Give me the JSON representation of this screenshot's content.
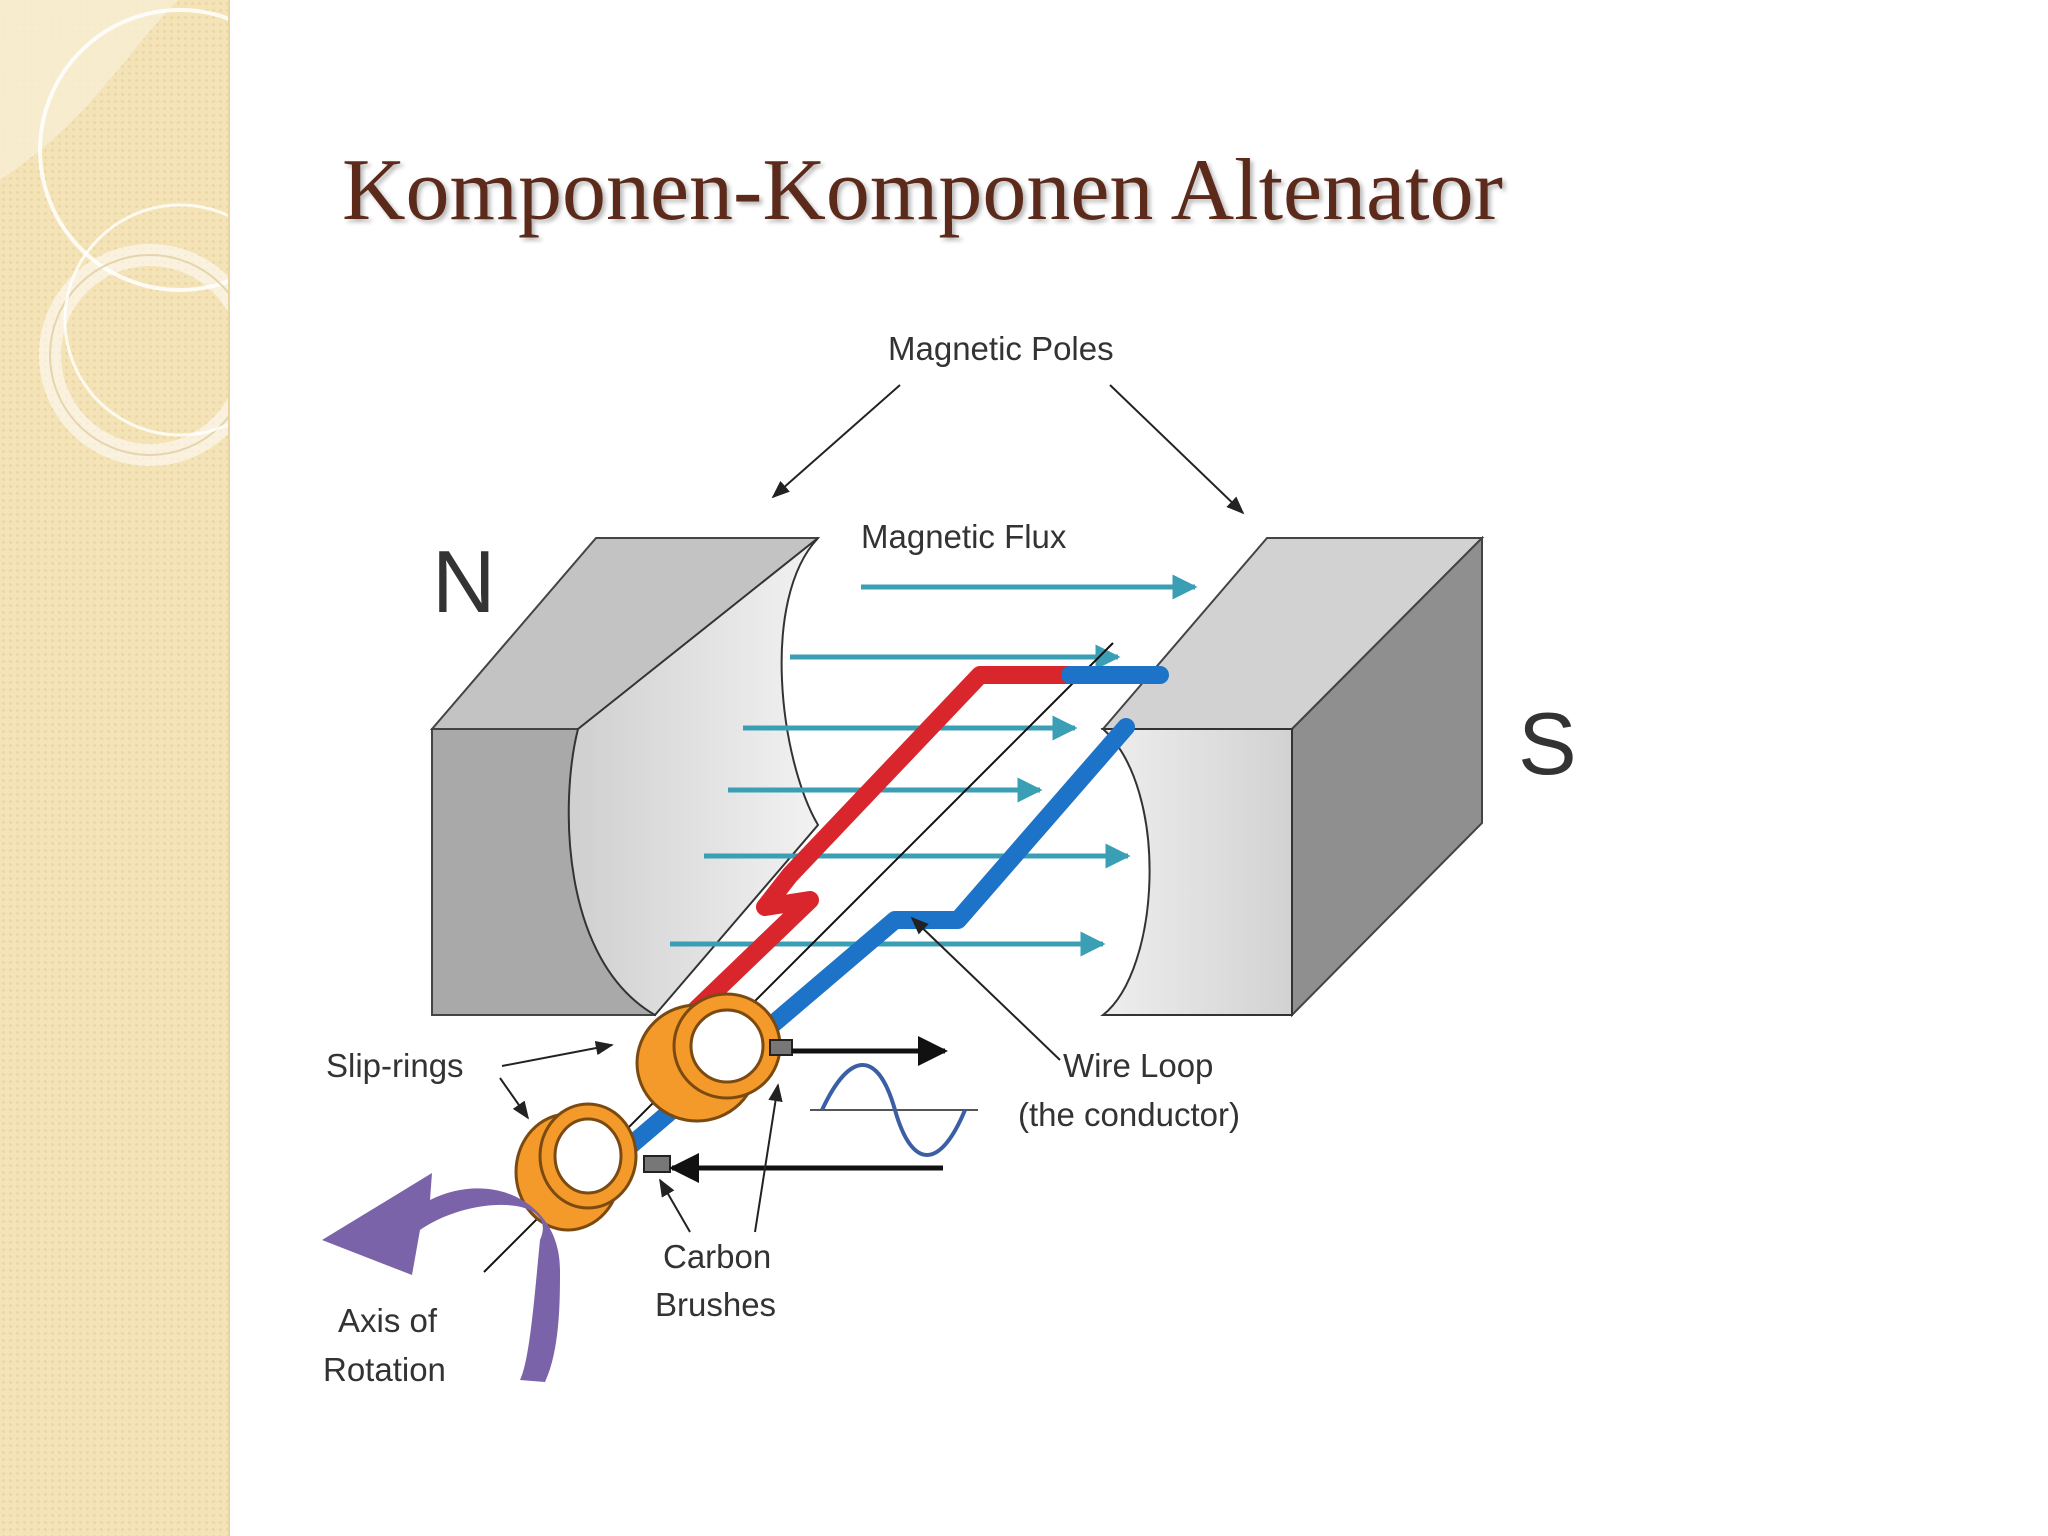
{
  "slide": {
    "title": "Komponen-Komponen Altenator"
  },
  "diagram": {
    "labels": {
      "magnetic_poles": "Magnetic Poles",
      "magnetic_flux": "Magnetic Flux",
      "north": "N",
      "south": "S",
      "slip_rings": "Slip-rings",
      "wire_loop_line1": "Wire Loop",
      "wire_loop_line2": "(the conductor)",
      "carbon_brushes_line1": "Carbon",
      "carbon_brushes_line2": "Brushes",
      "axis_line1": "Axis of",
      "axis_line2": "Rotation"
    },
    "colors": {
      "title": "#5b2a1b",
      "magnet_front": "#a9a9a9",
      "magnet_top": "#c3c3c3",
      "magnet_side": "#8f8f8f",
      "pole_face": "#dedede",
      "flux_arrow": "#3a9fb5",
      "wire_red": "#d9262c",
      "wire_blue": "#1d73c7",
      "slip_ring": "#f39a2b",
      "slip_ring_dark": "#c46f10",
      "rotation_arrow": "#7a63a8",
      "sine_wave": "#3b5fa4"
    }
  }
}
